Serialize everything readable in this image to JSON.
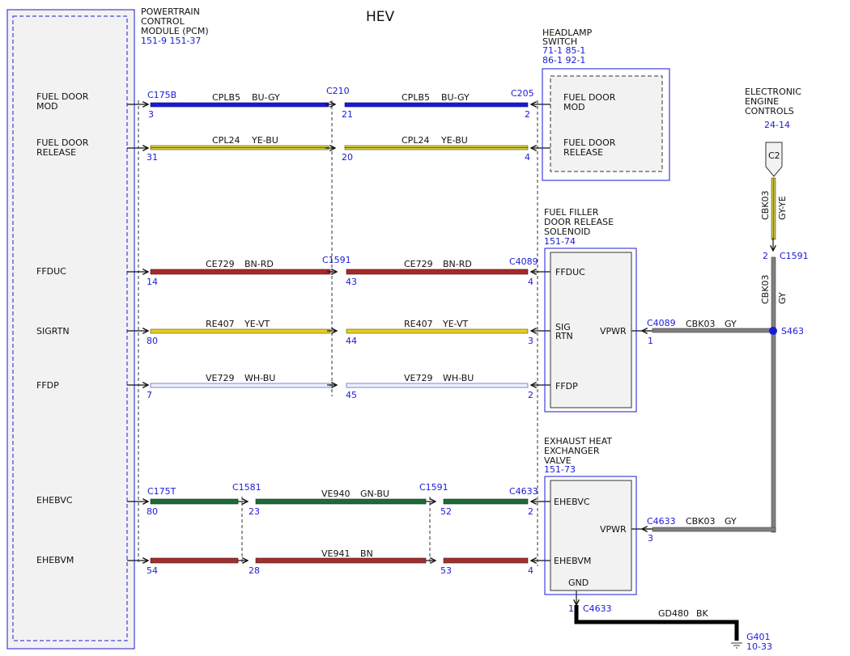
{
  "diagram": {
    "title": "HEV",
    "pcm": {
      "name_lines": [
        "POWERTRAIN",
        "CONTROL",
        "MODULE (PCM)"
      ],
      "refs": "151-9   151-37",
      "pins": {
        "fuel_door_mod": [
          "FUEL DOOR",
          "MOD"
        ],
        "fuel_door_release": [
          "FUEL DOOR",
          "RELEASE"
        ],
        "ffduc": "FFDUC",
        "sigrtn": "SIGRTN",
        "ffdp": "FFDP",
        "ehebvc": "EHEBVC",
        "ehebvm": "EHEBVM"
      }
    },
    "headlamp_switch": {
      "name_lines": [
        "HEADLAMP",
        "SWITCH"
      ],
      "refs": [
        "71-1   85-1",
        "86-1   92-1"
      ],
      "pins": {
        "fuel_door_mod": [
          "FUEL DOOR",
          "MOD"
        ],
        "fuel_door_release": [
          "FUEL DOOR",
          "RELEASE"
        ]
      }
    },
    "solenoid": {
      "name_lines": [
        "FUEL FILLER",
        "DOOR RELEASE",
        "SOLENOID"
      ],
      "refs": "151-74",
      "pins": {
        "ffduc": "FFDUC",
        "sig": "SIG",
        "rtn": "RTN",
        "vpwr": "VPWR",
        "ffdp": "FFDP"
      }
    },
    "valve": {
      "name_lines": [
        "EXHAUST HEAT",
        "EXCHANGER",
        "VALVE"
      ],
      "refs": "151-73",
      "pins": {
        "ehebvc": "EHEBVC",
        "vpwr": "VPWR",
        "ehebvm": "EHEBVM",
        "gnd": "GND"
      }
    },
    "eec": {
      "name_lines": [
        "ELECTRONIC",
        "ENGINE",
        "CONTROLS"
      ],
      "refs": "24-14",
      "connector": "C2"
    },
    "connectors": {
      "c175b": "C175B",
      "c210": "C210",
      "c205": "C205",
      "c1591": "C1591",
      "c4089": "C4089",
      "c175t": "C175T",
      "c1581": "C1581",
      "c4633": "C4633",
      "c1591_eec": "C1591",
      "c4089_vpwr": "C4089",
      "c4633_vpwr": "C4633",
      "c4633_gnd": "C4633"
    },
    "pins": {
      "p3": "3",
      "p21": "21",
      "p2": "2",
      "p31": "31",
      "p20": "20",
      "p4": "4",
      "p14": "14",
      "p43": "43",
      "p4b": "4",
      "p80": "80",
      "p44": "44",
      "p3b": "3",
      "p7": "7",
      "p45": "45",
      "p2b": "2",
      "p80t": "80",
      "p23": "23",
      "p52": "52",
      "p2c": "2",
      "p54": "54",
      "p28": "28",
      "p53": "53",
      "p4c": "4",
      "p2_eec": "2",
      "p1_vpwr": "1",
      "p3_vpwr": "3",
      "p1_gnd": "1"
    },
    "wires": {
      "cplb5": "CPLB5",
      "bu_gy": "BU-GY",
      "cpl24": "CPL24",
      "ye_bu": "YE-BU",
      "ce729": "CE729",
      "bn_rd": "BN-RD",
      "re407": "RE407",
      "ye_vt": "YE-VT",
      "ve729": "VE729",
      "wh_bu": "WH-BU",
      "ve940": "VE940",
      "gn_bu": "GN-BU",
      "ve941": "VE941",
      "bn": "BN",
      "cbk03": "CBK03",
      "gy_ye": "GY-YE",
      "gy": "GY",
      "gd480": "GD480",
      "bk": "BK"
    },
    "splice": "S463",
    "ground": {
      "name": "G401",
      "ref": "10-33"
    },
    "colors": {
      "connector_text": "#1a1ad6",
      "bu_gy": "#1a1ad6",
      "ye_bu": "#c8c020",
      "bn_rd": "#a82828",
      "ye_vt": "#e8cc20",
      "wh_bu": "#b8c0e8",
      "gn_bu": "#1e6b3a",
      "bn": "#a03030",
      "gy": "#808080",
      "bk": "#000000"
    }
  }
}
